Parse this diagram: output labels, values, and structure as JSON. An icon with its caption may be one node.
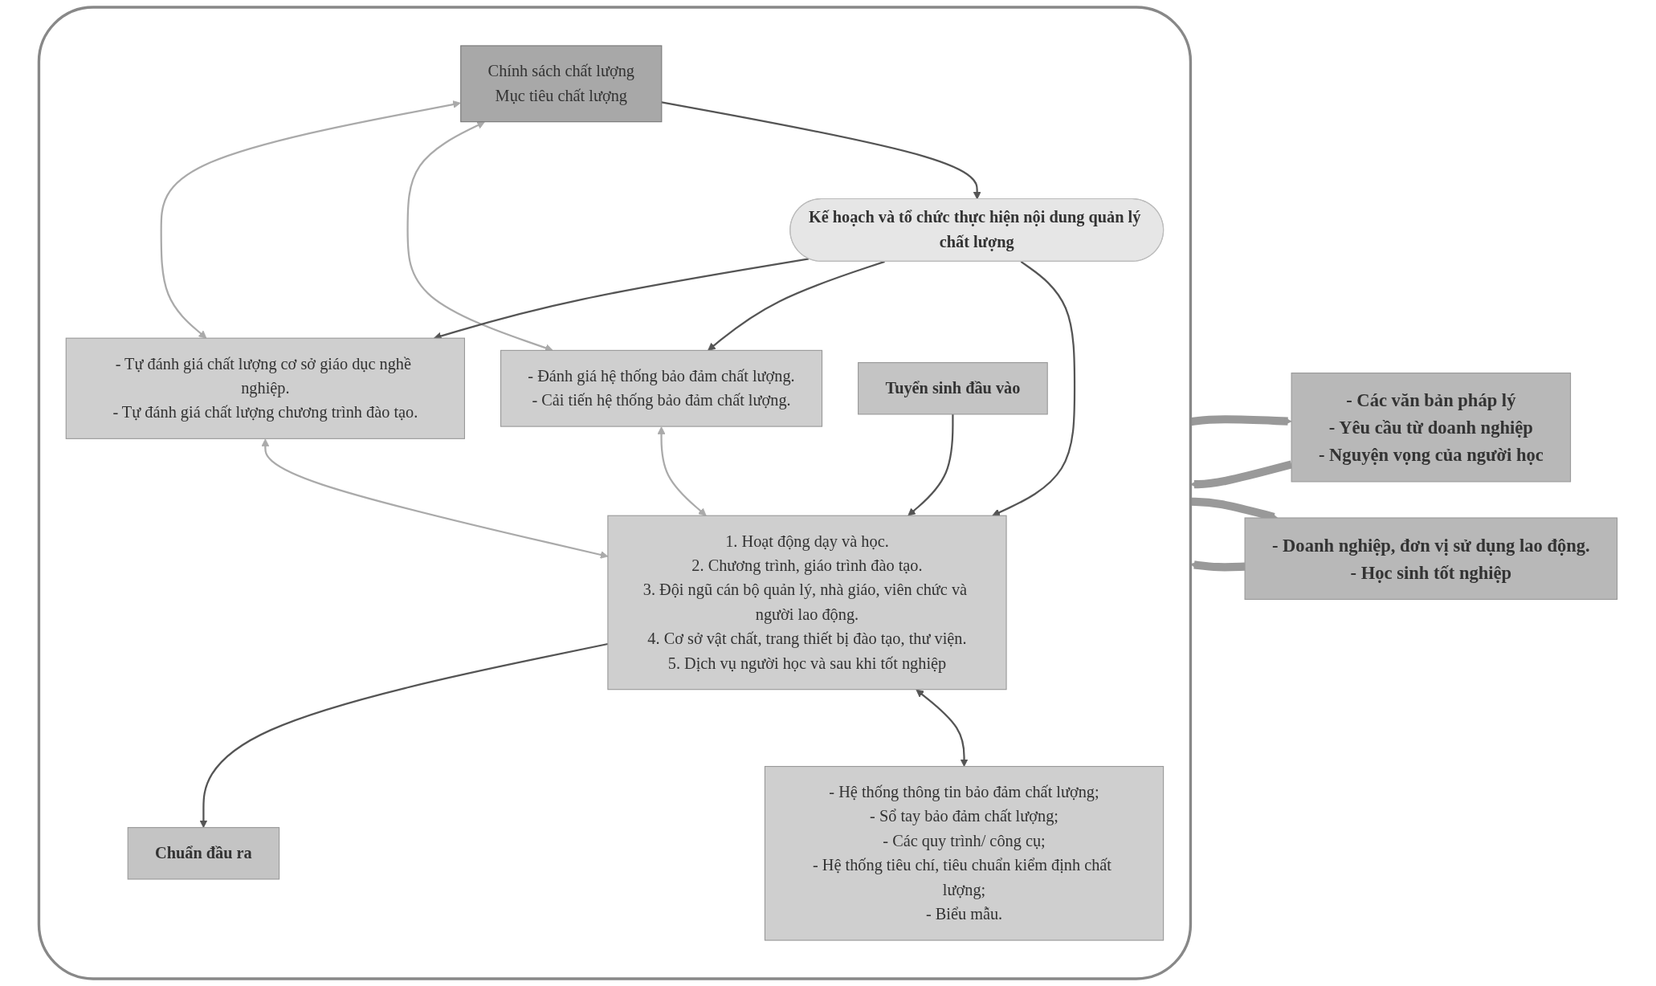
{
  "diagram": {
    "nodes": [
      {
        "text": [
          "- Các văn bản pháp lý",
          "- Yêu cầu từ doanh nghiệp",
          "- Nguyện vọng của người học"
        ]
      },
      {
        "text": [],
        "shape": "box"
      },
      {
        "text": [
          "Chính sách chất lượng",
          "Mục tiêu chất lượng"
        ],
        "in": 1
      },
      {
        "text": [
          "- Tự đánh giá chất lượng cơ sở giáo dục nghề nghiệp.",
          "- Tự đánh giá chất lượng chương trình đào tạo."
        ],
        "in": 1
      },
      {
        "text": [
          "Kế hoạch và tổ chức thực hiện nội dung quản lý chất lượng"
        ],
        "in": 1
      },
      {
        "text": [
          "- Đánh giá hệ thống bảo đảm chất lượng.",
          "- Cải tiến hệ thống bảo đảm chất lượng."
        ],
        "in": 1
      },
      {
        "text": [
          "Tuyển sinh đầu vào"
        ],
        "in": 1
      },
      {
        "text": [
          "1. Hoạt động dạy và học.",
          "2. Chương trình, giáo trình đào tạo.",
          "3. Đội ngũ cán bộ quản lý, nhà giáo, viên chức và người lao động.",
          "4. Cơ sở vật chất, trang thiết bị đào tạo, thư viện.",
          "5. Dịch vụ người học và sau khi tốt nghiệp"
        ],
        "in": 1
      },
      {
        "text": [
          "Chuẩn đầu ra"
        ],
        "in": 1
      },
      {
        "text": [
          "- Hệ thống thông tin bảo đảm chất lượng;",
          "- Sổ tay bảo đảm chất lượng;",
          "- Các quy trình/ công cụ;",
          "- Hệ thống tiêu chí, tiêu chuẩn kiểm định chất lượng;",
          "- Biểu mẫu."
        ],
        "in": 1
      },
      {
        "text": [
          "- Doanh nghiệp, đơn vị sử dụng lao động.",
          "- Học sinh tốt nghiệp"
        ]
      }
    ],
    "edges": [
      {
        "from": 1,
        "to": 0,
        "arrow": "to",
        "style": "thick",
        "color": "#999999"
      },
      {
        "from": 0,
        "to": 1,
        "arrow": "to",
        "style": "thick",
        "color": "#999999"
      },
      {
        "from": 2,
        "to": 3,
        "arrow": "both",
        "color": "#aaaaaa"
      },
      {
        "from": 2,
        "to": 5,
        "arrow": "both",
        "color": "#aaaaaa"
      },
      {
        "from": 2,
        "to": 4,
        "arrow": "to"
      },
      {
        "from": 4,
        "to": 3,
        "arrow": "to"
      },
      {
        "from": 4,
        "to": 5,
        "arrow": "to"
      },
      {
        "from": 4,
        "to": 7,
        "arrow": "to"
      },
      {
        "from": 3,
        "to": 7,
        "arrow": "both",
        "color": "#aaaaaa"
      },
      {
        "from": 5,
        "to": 7,
        "arrow": "both",
        "color": "#aaaaaa"
      },
      {
        "from": 6,
        "to": 7,
        "arrow": "to"
      },
      {
        "from": 7,
        "to": 8,
        "arrow": "to"
      },
      {
        "from": 7,
        "to": 9,
        "arrow": "both"
      },
      {
        "from": 10,
        "to": 1,
        "arrow": "to",
        "style": "thick",
        "color": "#999999"
      },
      {
        "from": 1,
        "to": 10,
        "arrow": "to",
        "style": "thick",
        "color": "#999999"
      }
    ]
  }
}
